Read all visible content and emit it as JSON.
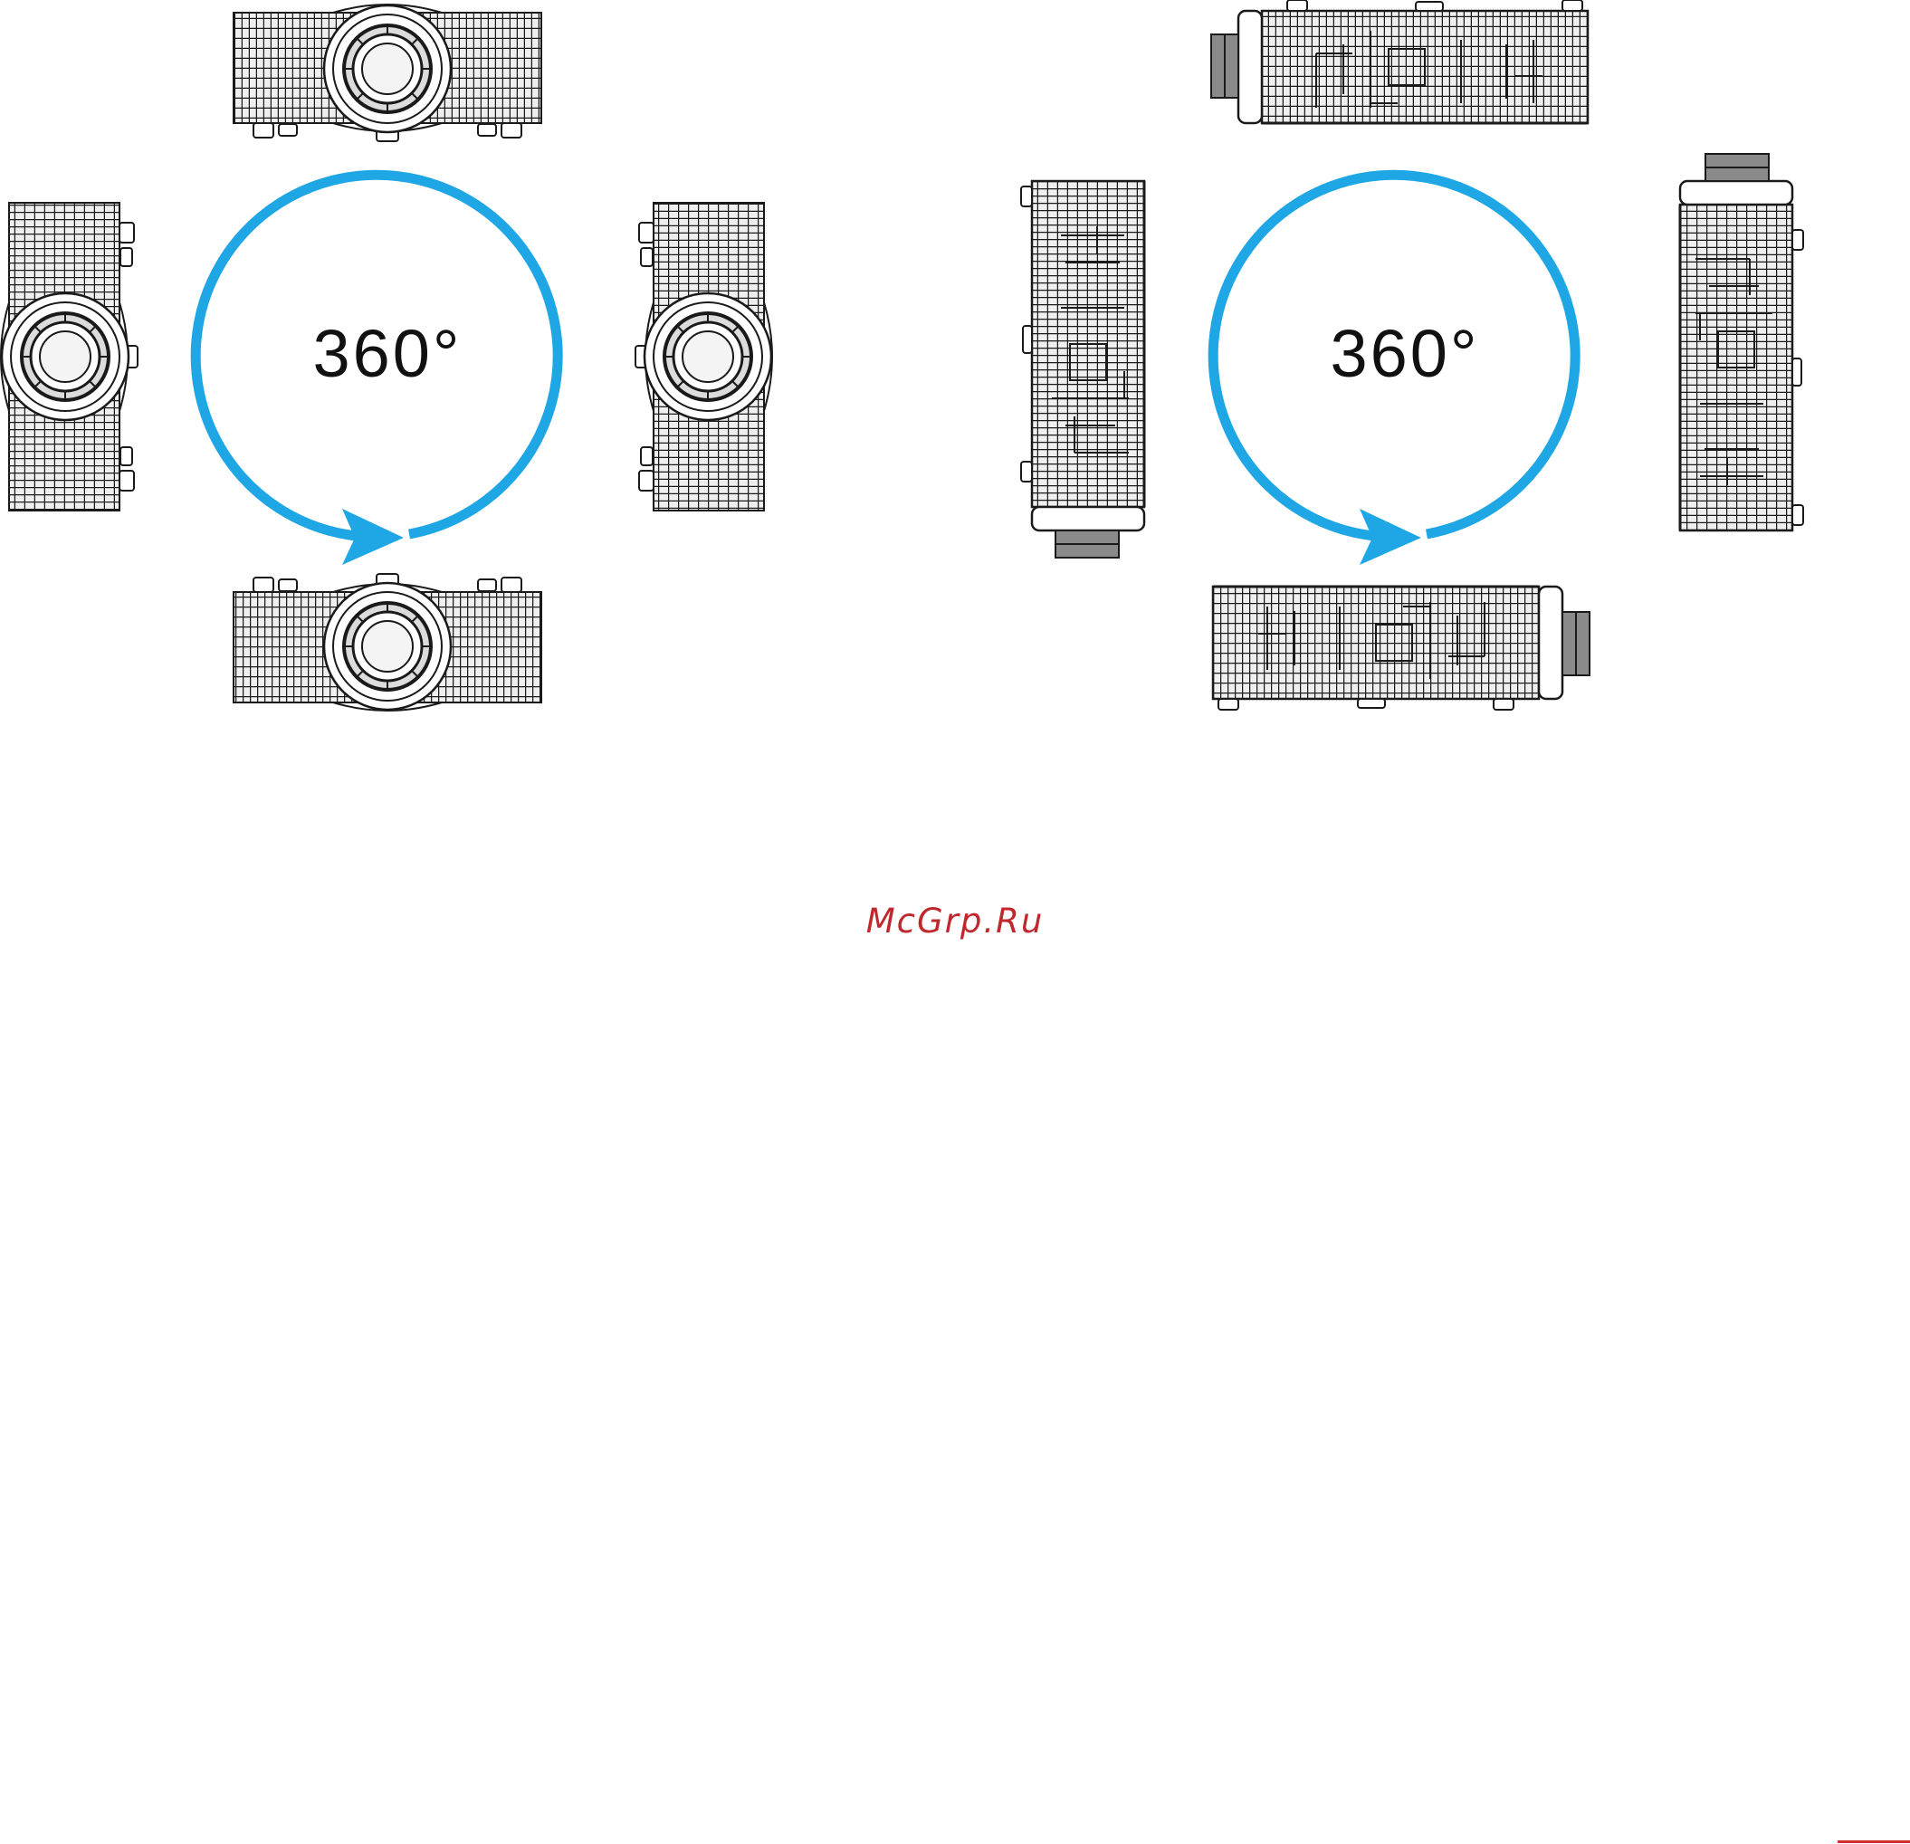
{
  "diagrams": [
    {
      "label": "360°"
    },
    {
      "label": "360°"
    }
  ],
  "watermark": {
    "text": "McGrp.Ru"
  },
  "colors": {
    "arrow": "#1fa6e5",
    "line": "#1a1a1a",
    "grille_fill": "#efefef",
    "text": "#111111",
    "watermark": "#c0282d",
    "corner_rule": "#d32f2f"
  }
}
